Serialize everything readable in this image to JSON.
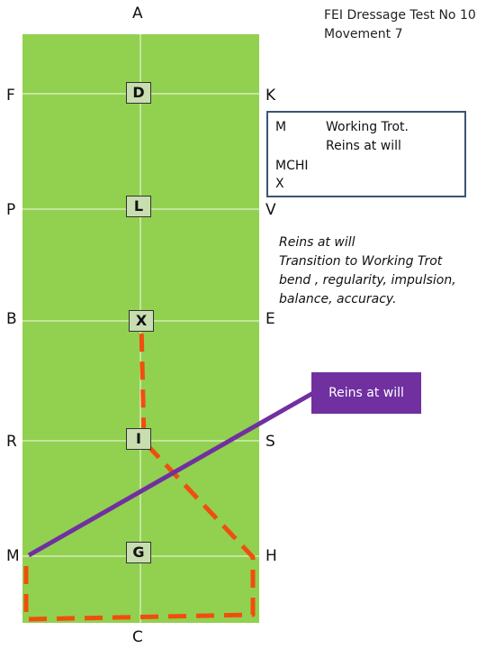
{
  "title": {
    "line1": "FEI Dressage Test No 10",
    "line2": "Movement 7"
  },
  "arena_letters": {
    "A": "A",
    "C": "C",
    "F": "F",
    "P": "P",
    "B": "B",
    "R": "R",
    "M": "M",
    "K": "K",
    "V": "V",
    "E": "E",
    "S": "S",
    "H": "H"
  },
  "centerline_markers": {
    "D": "D",
    "L": "L",
    "X": "X",
    "I": "I",
    "G": "G"
  },
  "info_box": {
    "marker1": "M",
    "text1": "Working Trot.",
    "text2": "Reins at will",
    "marker2": "MCHI",
    "marker3": "X"
  },
  "description": {
    "line1": "Reins at will",
    "line2": "Transition to Working Trot",
    "line3": "bend , regularity, impulsion,",
    "line4": "balance, accuracy."
  },
  "callout": {
    "label": "Reins  at will"
  },
  "colors": {
    "arena": "#92d050",
    "path": "#f04e0e",
    "reins_line": "#7030a0",
    "box_border": "#3b5573"
  }
}
